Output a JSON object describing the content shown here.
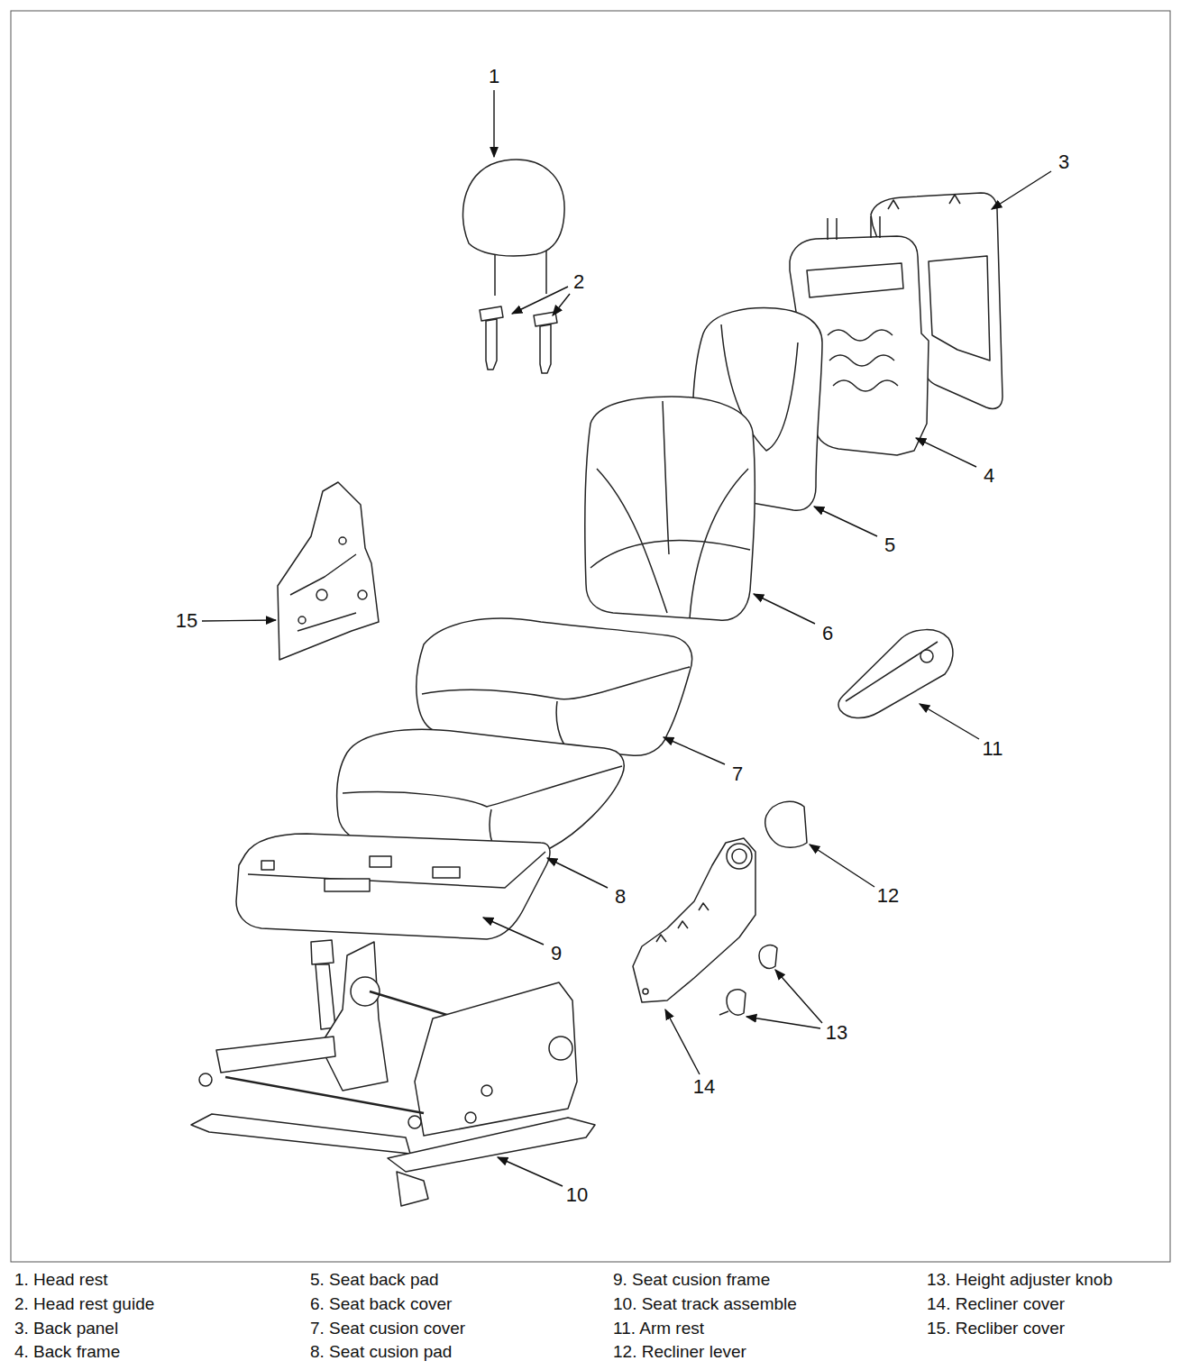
{
  "diagram": {
    "labels": [
      "1",
      "2",
      "3",
      "4",
      "5",
      "6",
      "7",
      "8",
      "9",
      "10",
      "11",
      "12",
      "13",
      "14",
      "15",
      "1. Head rest",
      "5. Seat back pad",
      "9. Seat cusion frame",
      "13. Height adjuster knob",
      "2. Head rest guide",
      "6. Seat back cover",
      "10. Seat track assemble",
      "14. Recliner cover",
      "3. Back panel",
      "7. Seat cusion cover",
      "11. Arm rest",
      "15. Recliber cover",
      "4. Back frame",
      "8. Seat cusion pad",
      "12. Recliner lever"
    ]
  }
}
